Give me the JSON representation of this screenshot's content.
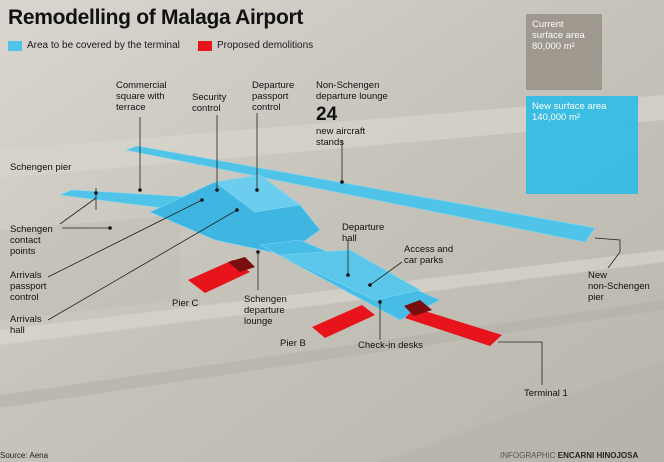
{
  "title": "Remodelling of Malaga Airport",
  "legend": {
    "terminal_area": {
      "label": "Area to be covered by the terminal",
      "color": "#4fc3e8"
    },
    "demolitions": {
      "label": "Proposed demolitions",
      "color": "#e8141c"
    }
  },
  "panels": {
    "current": {
      "line1": "Current",
      "line2": "surface area",
      "line3": "80,000 m²",
      "color": "#9c958c"
    },
    "new": {
      "line1": "New surface area",
      "line2": "140,000 m²",
      "color": "#34bde6"
    }
  },
  "stands": {
    "number": "24",
    "line1": "new aircraft",
    "line2": "stands"
  },
  "labels": {
    "commercial_square": [
      "Commercial",
      "square with",
      "terrace"
    ],
    "security_control": [
      "Security",
      "control"
    ],
    "departure_passport": [
      "Departure",
      "passport",
      "control"
    ],
    "non_schengen_lounge": [
      "Non-Schengen",
      "departure lounge"
    ],
    "schengen_pier": [
      "Schengen pier"
    ],
    "schengen_contact": [
      "Schengen",
      "contact",
      "points"
    ],
    "arrivals_passport": [
      "Arrivals",
      "passport",
      "control"
    ],
    "arrivals_hall": [
      "Arrivals",
      "hall"
    ],
    "pier_c": [
      "Pier C"
    ],
    "schengen_departure_lounge": [
      "Schengen",
      "departure",
      "lounge"
    ],
    "departure_hall": [
      "Departure",
      "hall"
    ],
    "access_car_parks": [
      "Access and",
      "car parks"
    ],
    "new_non_schengen_pier": [
      "New",
      "non-Schengen",
      "pier"
    ],
    "pier_b": [
      "Pier B"
    ],
    "check_in_desks": [
      "Check-in desks"
    ],
    "terminal_1": [
      "Terminal 1"
    ]
  },
  "footer": {
    "source": "Source: Aena",
    "credit_prefix": "INFOGRAPHIC",
    "credit_name": "ENCARNI HINOJOSA"
  }
}
